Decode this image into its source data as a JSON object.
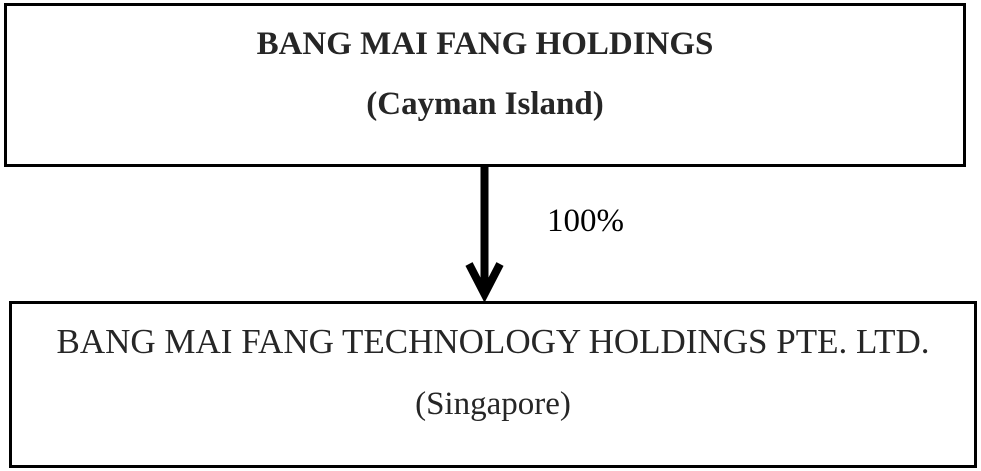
{
  "parent_entity": {
    "name": "BANG MAI FANG HOLDINGS",
    "jurisdiction": "(Cayman Island)"
  },
  "ownership": {
    "percentage": "100%"
  },
  "child_entity": {
    "name": "BANG MAI FANG TECHNOLOGY HOLDINGS PTE. LTD.",
    "jurisdiction": "(Singapore)"
  },
  "colors": {
    "border": "#000000",
    "text": "#262626",
    "arrow": "#000000"
  }
}
